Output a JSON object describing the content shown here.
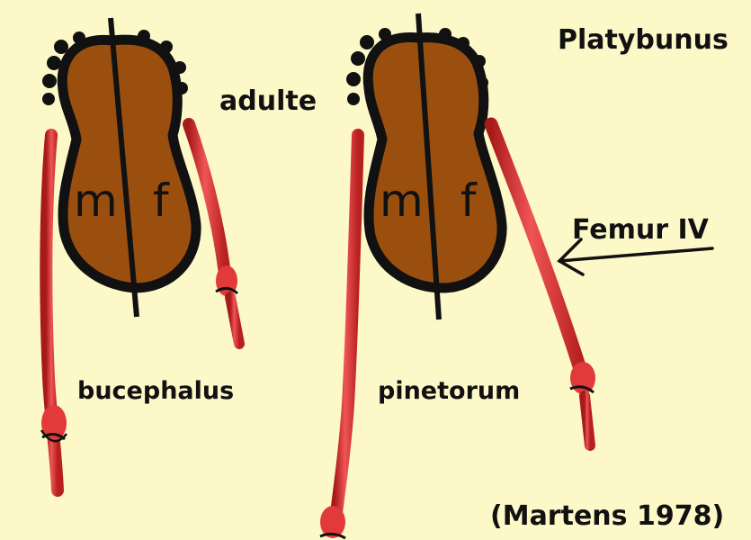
{
  "genus_label": "Platybunus",
  "stage_label": "adulte",
  "species": [
    {
      "name": "bucephalus"
    },
    {
      "name": "pinetorum"
    }
  ],
  "body_letters": {
    "left": "m",
    "right": "f"
  },
  "femur_label": "Femur IV",
  "citation": "(Martens 1978)",
  "colors": {
    "background": "#fdf8c8",
    "body_fill": "#9b4f0f",
    "outline": "#111111",
    "leg": "#e23a3a"
  }
}
